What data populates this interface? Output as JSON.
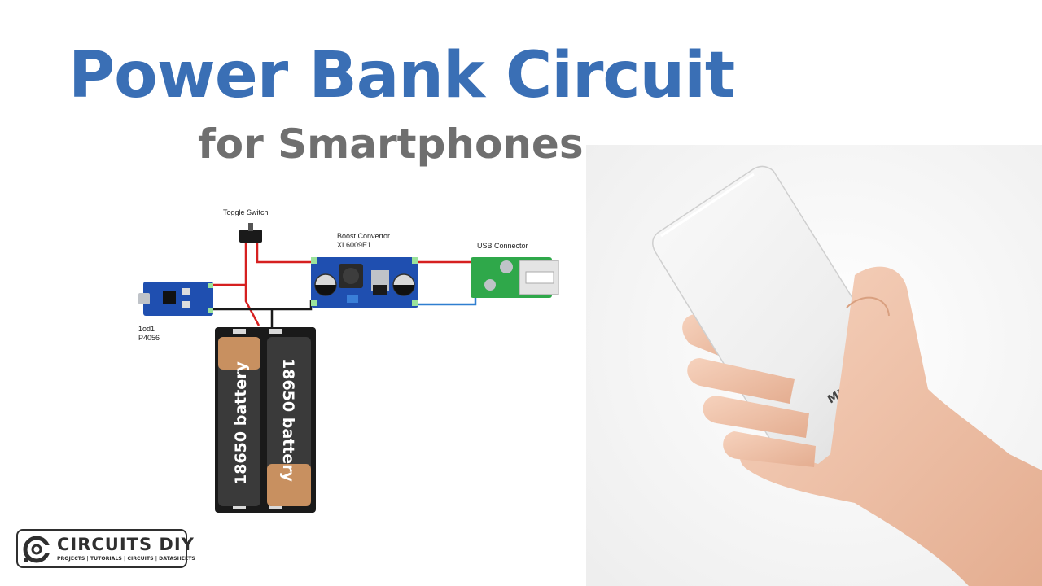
{
  "header": {
    "title": "Power Bank Circuit",
    "subtitle": "for Smartphones"
  },
  "diagram": {
    "toggle_switch_label": "Toggle Switch",
    "boost_label_line1": "Boost Convertor",
    "boost_label_line2": "XL6009E1",
    "usb_label": "USB Connector",
    "charger_label_line1": "1od1",
    "charger_label_line2": "P4056",
    "battery_left_label": "18650 battery",
    "battery_right_label": "18650 battery",
    "wire_red": "#d62020",
    "wire_black": "#1a1a1a",
    "wire_blue": "#2f7fd0",
    "board_blue": "#1f4fb0",
    "board_green": "#2fa84a"
  },
  "product": {
    "device_logo": "MI"
  },
  "logo": {
    "name": "CIRCUITS DIY",
    "tagline": "PROJECTS | TUTORIALS | CIRCUITS | DATASHEETS"
  },
  "colors": {
    "title_blue": "#3a6fb5",
    "subtitle_gray": "#6f6f6f"
  }
}
